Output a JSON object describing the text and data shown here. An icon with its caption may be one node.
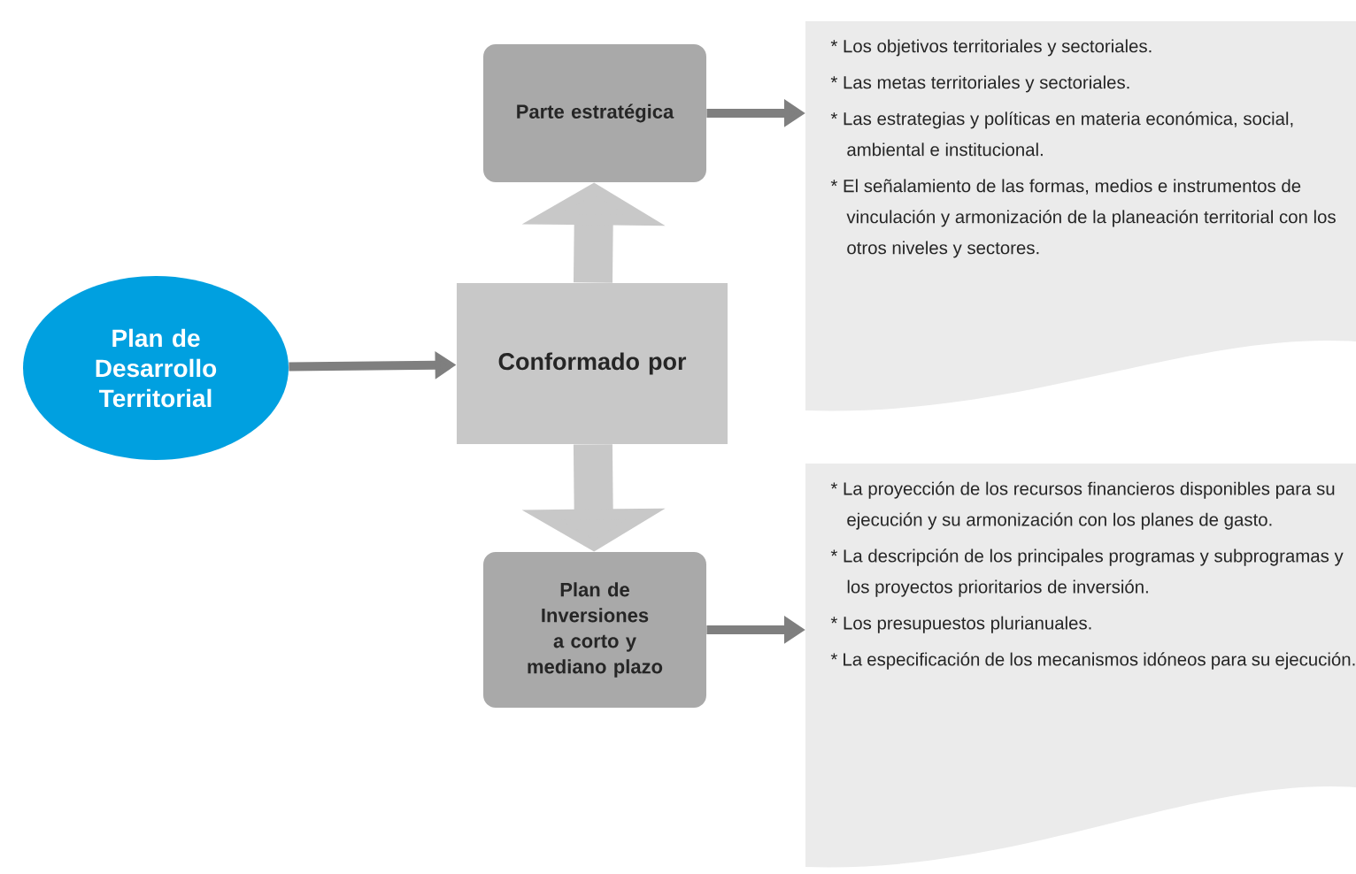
{
  "diagram": {
    "nodes": [
      {
        "text": [
          "Plan de Desarrollo Territorial"
        ]
      },
      {
        "text": [
          "Conformado por"
        ]
      },
      {
        "text": [
          "Parte estratégica"
        ]
      },
      {
        "text": [
          "Plan de Inversiones a corto y mediano plazo"
        ]
      },
      {
        "text": [
          "* Los objetivos territoriales y sectoriales.",
          "* Las metas territoriales y sectoriales.",
          "* Las estrategias y políticas en materia económica, social, ambiental e institucional.",
          "* El señalamiento de las formas, medios e instrumentos de vinculación y armonización de la planeación territorial con los otros niveles y sectores."
        ]
      },
      {
        "text": [
          "* La proyección de los recursos financieros disponibles para su ejecución y su armonización con los planes de gasto.",
          "* La descripción de los principales programas y subprogramas y los proyectos prioritarios de inversión.",
          "* Los presupuestos plurianuales.",
          "* La especificación de los mecanismos idóneos para su ejecución."
        ]
      }
    ],
    "edges": [
      {
        "from": 0,
        "to": 1,
        "arrow": "to"
      },
      {
        "from": 1,
        "to": 2,
        "arrow": "to",
        "style": "thick",
        "color": "#c8c8c8"
      },
      {
        "from": 1,
        "to": 3,
        "arrow": "to",
        "style": "thick",
        "color": "#c8c8c8"
      },
      {
        "from": 2,
        "to": 4,
        "arrow": "to"
      },
      {
        "from": 3,
        "to": 5,
        "arrow": "to"
      }
    ]
  }
}
